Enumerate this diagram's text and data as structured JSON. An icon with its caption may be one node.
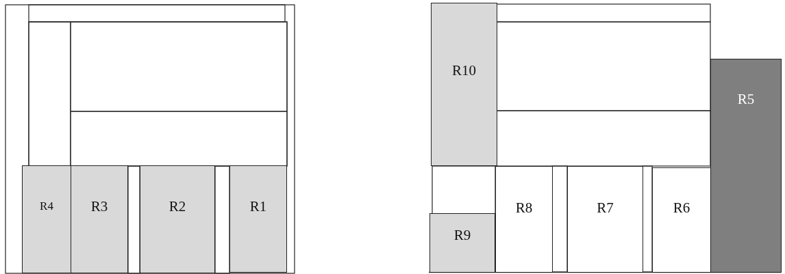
{
  "diagram": {
    "nodes": [
      {
        "text": [
          "R4"
        ]
      },
      {
        "text": [
          "R3"
        ]
      },
      {
        "text": [
          "R2"
        ]
      },
      {
        "text": [
          "R1"
        ]
      },
      {
        "text": [
          "R10"
        ]
      },
      {
        "text": [
          "R5"
        ]
      },
      {
        "text": [
          "R8"
        ]
      },
      {
        "text": [
          "R7"
        ]
      },
      {
        "text": [
          "R6"
        ]
      },
      {
        "text": [
          "R9"
        ]
      }
    ]
  }
}
